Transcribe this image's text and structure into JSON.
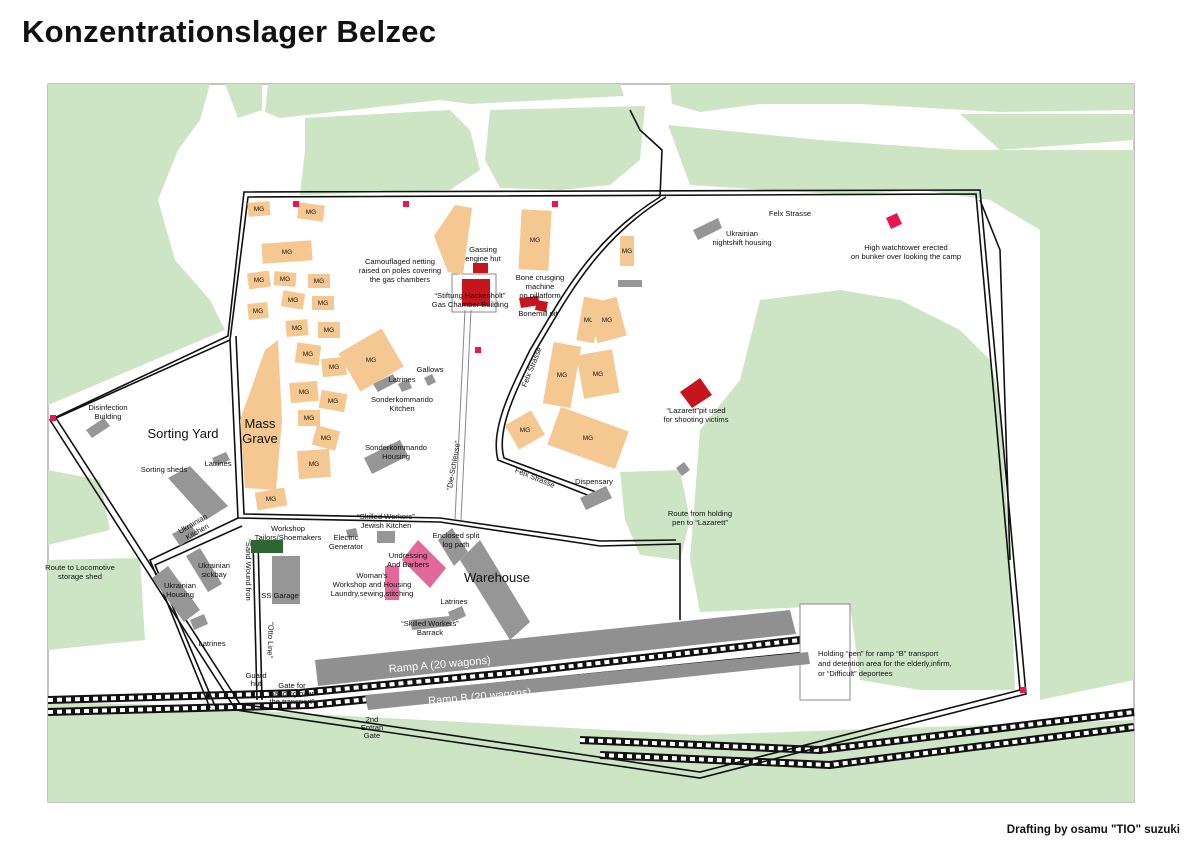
{
  "title": "Konzentrationslager Belzec",
  "credit": "Drafting by osamu \"TIO\" suzuki",
  "colors": {
    "vegetation": "#cde5c4",
    "mass_grave": "#f5c892",
    "gas_building": "#c4161c",
    "pink_building": "#e2689b",
    "gray_building": "#969696",
    "dark_green": "#2d6633",
    "watchtower": "#e8174e"
  },
  "icons": {
    "watchtower": "red-square-icon",
    "railway": "railway-track-icon"
  },
  "mg_label": "MG",
  "mass_grave": [
    "Mass",
    "Grave"
  ],
  "areas": {
    "sorting_yard": "Sorting Yard",
    "warehouse": "Warehouse"
  },
  "roads": {
    "felix_top": "Felx Strasse",
    "felix_mid": "Felx Strasse",
    "felix_low": "Felx Strasse",
    "schleuse": "“Die-Schleuse”",
    "sand_wound_1": "“Sand Wound fron",
    "sand_wound_2": "“Otto Line”"
  },
  "ramps": {
    "a": "Ramp A (20 wagons)",
    "b": "Ramp B (20 wagons)"
  },
  "labels": {
    "netting": [
      "Camouflaged netting",
      "raised on poles covering",
      "the gas chambers"
    ],
    "gassing": [
      "Gassing",
      "engine hut"
    ],
    "stiftung": [
      "“Stiftung Hackenholt”",
      "Gas Chamber Building"
    ],
    "bone": [
      "Bone crusging",
      "machine",
      "on pillatform"
    ],
    "bonemill": "Bonemill pit",
    "gallows": "Gallows",
    "latrines_north": "Latrines",
    "sonder_kitchen": [
      "Sonderkommando",
      "Kitchen"
    ],
    "sonder_housing": [
      "Sonderkommando",
      "Housing"
    ],
    "ukr_night": [
      "Ukrainian",
      "nightshift housing"
    ],
    "watchtower": [
      "High watchtower erected",
      "on bunker over looking the camp"
    ],
    "lazarett": [
      "“Lazarett”pit used",
      "for shooting victims"
    ],
    "dispensary": "Dispensary",
    "route_lazarett": [
      "Route from holding",
      "pen to “Lazarett”"
    ],
    "disinfection": [
      "Disinfection",
      "Building"
    ],
    "sorting_sheds": "Sorting sheds",
    "latrines_sort": "Latrines",
    "ukr_kitchen": [
      "Ukrainian",
      "Kitchen"
    ],
    "ukr_housing": [
      "Ukrainian",
      "Housing"
    ],
    "ukr_sickbay": [
      "Ukrainian",
      "sickbay"
    ],
    "latrines_sw": "Latrines",
    "route_loco": [
      "Route to Locomotive",
      "storage shed"
    ],
    "workshop": [
      "Workshop",
      "Tailors/Shoemakers"
    ],
    "ss_garage": "SS Garage",
    "electric": [
      "Electric",
      "Generator"
    ],
    "skilled_kitchen": [
      "“Skilled Workers”",
      "Jewish Kitchen"
    ],
    "log_path": [
      "Enclosed split",
      "log path"
    ],
    "undressing": [
      "Undressing",
      "And Barbers"
    ],
    "womens": [
      "Woman's",
      "Workshop and Housing",
      "Laundry,sewing,stitching"
    ],
    "latrines_ware": "Latrines",
    "skilled_barrack": [
      "“Skilled Workers”",
      "Barrack"
    ],
    "holding": [
      "Holding “pen” for ramp “B” transport",
      "and detention area for the elderly,infirm,",
      "or “Difficult” deportees"
    ],
    "guard": [
      "Guard",
      "hut"
    ],
    "gate": [
      "Gate for",
      "“handing over”",
      "the transport”"
    ],
    "entrance2": [
      "2nd",
      "Entran",
      "Gate"
    ]
  }
}
